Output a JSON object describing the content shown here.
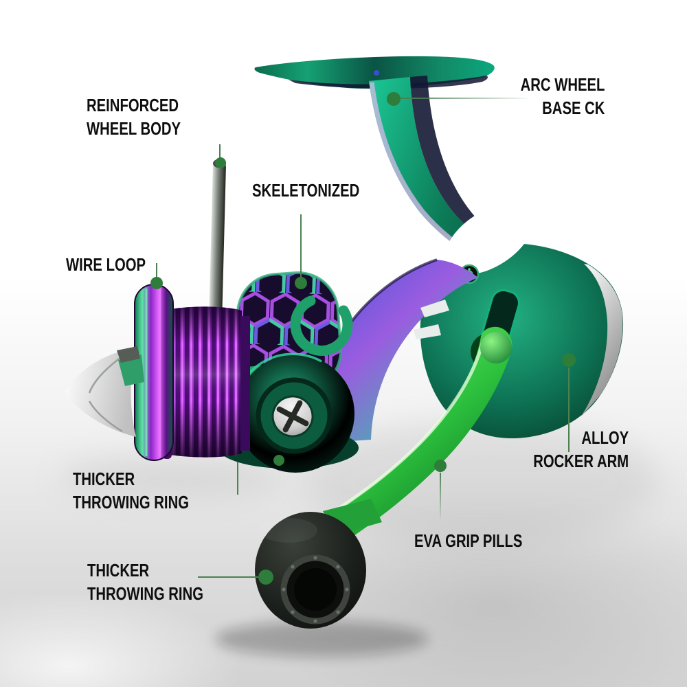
{
  "labels": {
    "reinforced_wheel_body": {
      "line1": "REINFORCED",
      "line2": "WHEEL BODY"
    },
    "arc_wheel_base": {
      "line1": "ARC WHEEL",
      "line2": "BASE CK"
    },
    "skeletonized": {
      "line1": "SKELETONIZED"
    },
    "wire_loop": {
      "line1": "WIRE LOOP"
    },
    "thicker_throwing_ring_upper": {
      "line1": "THICKER",
      "line2": "THROWING RING"
    },
    "alloy_rocker_arm": {
      "line1": "ALLOY",
      "line2": "ROCKER ARM"
    },
    "eva_grip_pills": {
      "line1": "EVA GRIP PILLS"
    },
    "thicker_throwing_ring_lower": {
      "line1": "THICKER",
      "line2": "THROWING RING"
    }
  },
  "colors": {
    "label_text": "#0e0e0e",
    "callout_dot_green": "#2e7d3a",
    "callout_line_green": "#4c8152",
    "reel_emerald": "#0e8a60",
    "reel_teal_highlight": "#2fd6a0",
    "reel_purple": "#9c2cc9",
    "reel_lavender": "#c9b4e4",
    "handle_green": "#2cc13e",
    "knob_black": "#141614",
    "background_top": "#ffffff",
    "background_bottom": "#d2d2d2"
  }
}
